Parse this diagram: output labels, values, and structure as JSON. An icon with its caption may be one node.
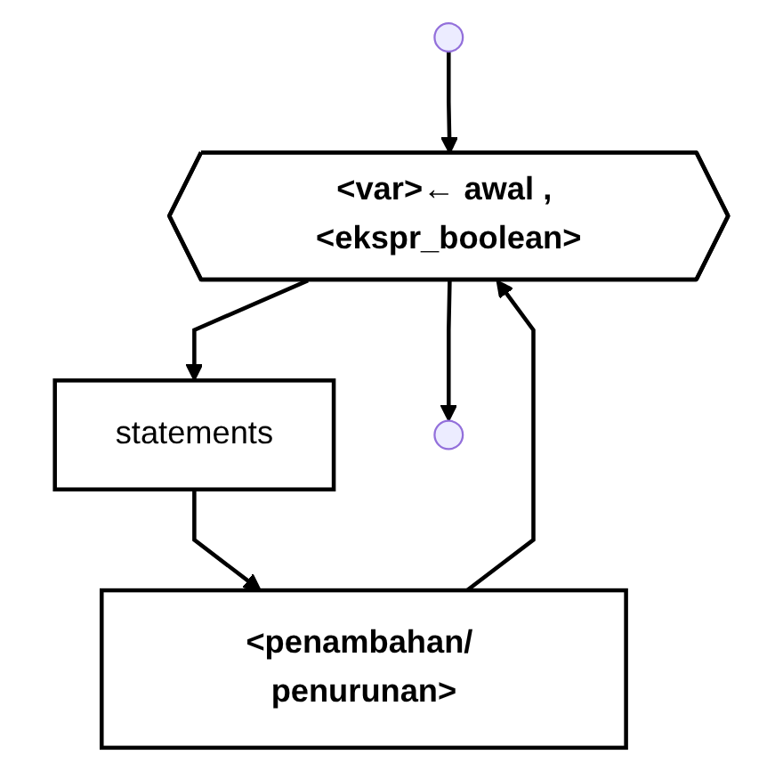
{
  "diagram": {
    "nodes": [
      {
        "text": [],
        "shape": "circle"
      },
      {
        "text": [
          "<var>← awal , <ekspr_boolean>"
        ]
      },
      {
        "text": [
          "statements"
        ]
      },
      {
        "text": [
          "<penambahan/ penurunan>"
        ]
      },
      {
        "text": [],
        "shape": "circle"
      }
    ],
    "edges": [
      {
        "from": 0,
        "to": 1,
        "arrow": "to"
      },
      {
        "from": 1,
        "to": 2,
        "arrow": "to"
      },
      {
        "from": 2,
        "to": 3,
        "arrow": "to"
      },
      {
        "from": 3,
        "to": 1,
        "arrow": "to"
      },
      {
        "from": 1,
        "to": 4,
        "arrow": "to"
      }
    ]
  }
}
